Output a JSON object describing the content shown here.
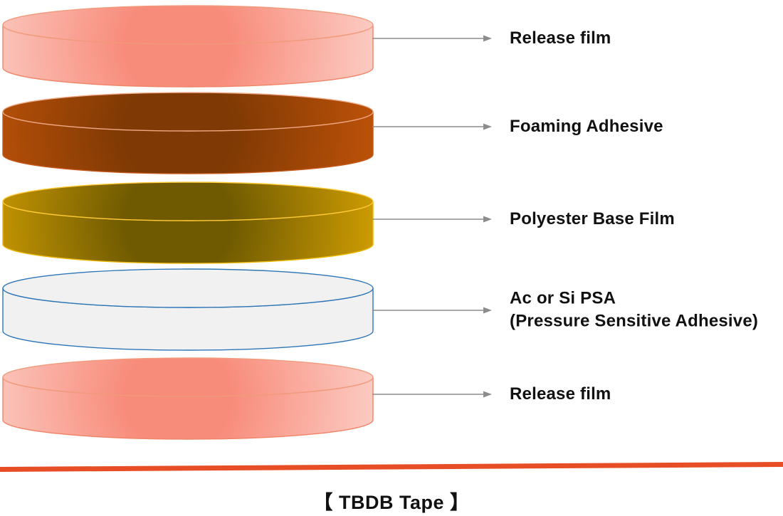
{
  "diagram": {
    "caption": "【 TBDB Tape 】",
    "arrow_color": "#8C8C8C",
    "baseline_color": "#E84E25",
    "text_color": "#111111",
    "layers": [
      {
        "label": "Release film",
        "center_color": "#F88C7B",
        "edge_color": "#FCD2CA",
        "outline_color": "#EF8467",
        "rim_color": "#F09B7C"
      },
      {
        "label": "Foaming Adhesive",
        "center_color": "#7E3904",
        "edge_color": "#C35409",
        "outline_color": "#C6581B",
        "rim_color": "#EEA886"
      },
      {
        "label": "Polyester Base Film",
        "center_color": "#6F5A01",
        "edge_color": "#D8A303",
        "outline_color": "#EDB902",
        "rim_color": "#FFC937"
      },
      {
        "label": "Ac or Si PSA\n(Pressure Sensitive Adhesive)",
        "center_color": "#F1F1F2",
        "edge_color": "#F1F1F2",
        "outline_color": "#2E75B6",
        "rim_color": "#2E75B6"
      },
      {
        "label": "Release film",
        "center_color": "#F88C7B",
        "edge_color": "#FCD2CA",
        "outline_color": "#EF8467",
        "rim_color": "#F09B7C"
      }
    ]
  }
}
